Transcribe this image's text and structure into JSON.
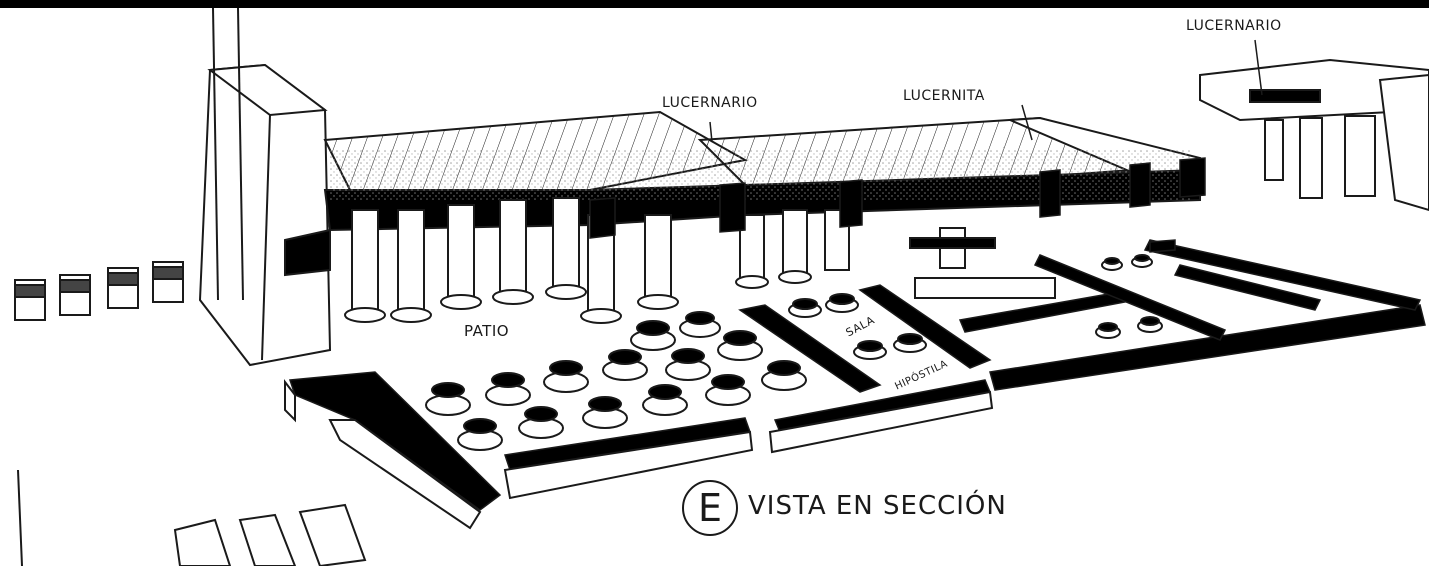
{
  "labels": {
    "lucernario_top": "LUCERNARIO",
    "lucernario_mid": "LUCERNARIO",
    "lucernita": "LUCERNITA",
    "patio": "PATIO",
    "sala": "SALA",
    "hipostila": "HIPÓSTILA"
  },
  "view": {
    "letter": "E",
    "title": "VISTA EN SECCIÓN"
  },
  "colors": {
    "ink": "#1a1a1a",
    "paper": "#ffffff",
    "stipple": "#9a9a9a"
  }
}
